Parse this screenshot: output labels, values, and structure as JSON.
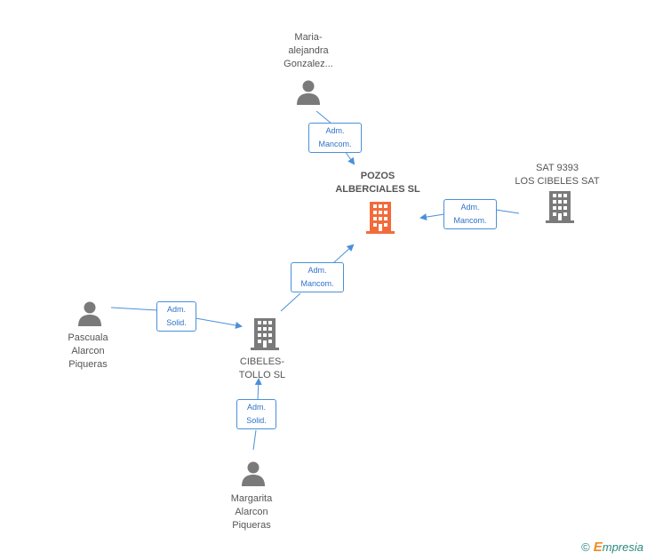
{
  "colors": {
    "edge": "#4a90d9",
    "person": "#7a7a7a",
    "company": "#7a7a7a",
    "main_company": "#f26b3a",
    "label_text": "#555555"
  },
  "nodes": {
    "pozos": {
      "label": "POZOS\nALBERCIALES SL",
      "icon": "building-icon",
      "main": true
    },
    "sat": {
      "label": "SAT 9393\nLOS CIBELES SAT",
      "icon": "building-icon"
    },
    "cibeles": {
      "label": "CIBELES-\nTOLLO SL",
      "icon": "building-icon"
    },
    "maria": {
      "label": "Maria-\nalejandra\nGonzalez...",
      "icon": "person-icon"
    },
    "pascuala": {
      "label": "Pascuala\nAlarcon\nPiqueras",
      "icon": "person-icon"
    },
    "margarita": {
      "label": "Margarita\nAlarcon\nPiqueras",
      "icon": "person-icon"
    }
  },
  "edges": {
    "maria_pozos": {
      "label": "Adm.\nMancom."
    },
    "sat_pozos": {
      "label": "Adm.\nMancom."
    },
    "cibeles_pozos": {
      "label": "Adm.\nMancom."
    },
    "pascuala_cibeles": {
      "label": "Adm.\nSolid."
    },
    "margarita_cibeles": {
      "label": "Adm.\nSolid."
    }
  },
  "footer": {
    "copyright": "©",
    "brand_initial": "E",
    "brand_rest": "mpresia"
  }
}
